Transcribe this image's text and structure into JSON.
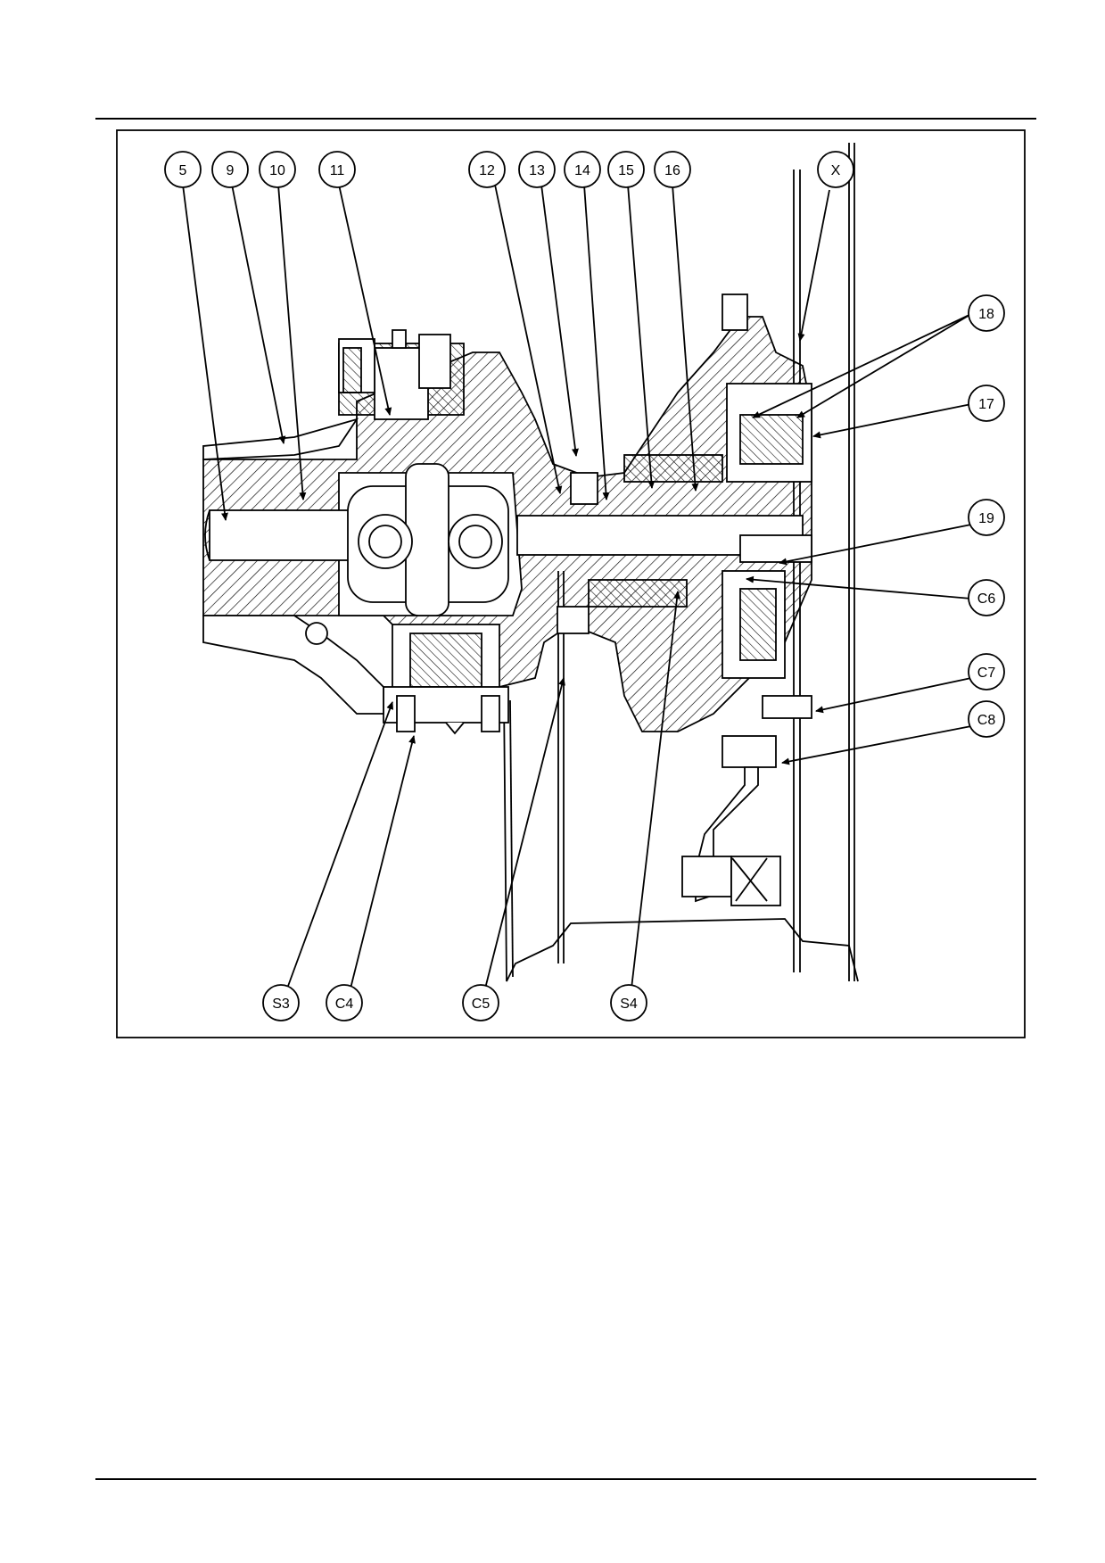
{
  "figure": {
    "callouts": [
      {
        "id": "5",
        "label": "5"
      },
      {
        "id": "9",
        "label": "9"
      },
      {
        "id": "10",
        "label": "10"
      },
      {
        "id": "11",
        "label": "11"
      },
      {
        "id": "12",
        "label": "12"
      },
      {
        "id": "13",
        "label": "13"
      },
      {
        "id": "14",
        "label": "14"
      },
      {
        "id": "15",
        "label": "15"
      },
      {
        "id": "16",
        "label": "16"
      },
      {
        "id": "X",
        "label": "X"
      },
      {
        "id": "18",
        "label": "18"
      },
      {
        "id": "17",
        "label": "17"
      },
      {
        "id": "19",
        "label": "19"
      },
      {
        "id": "C6",
        "label": "C6"
      },
      {
        "id": "C7",
        "label": "C7"
      },
      {
        "id": "C8",
        "label": "C8"
      },
      {
        "id": "S3",
        "label": "S3"
      },
      {
        "id": "C4",
        "label": "C4"
      },
      {
        "id": "C5",
        "label": "C5"
      },
      {
        "id": "S4",
        "label": "S4"
      }
    ]
  }
}
